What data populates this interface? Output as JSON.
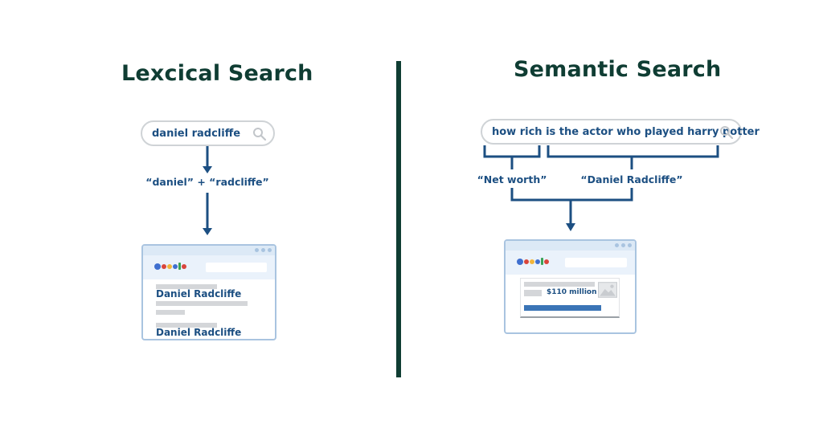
{
  "lexical": {
    "title": "Lexcical Search",
    "query": "daniel radcliffe",
    "tokens_label": "“daniel” + “radcliffe”",
    "results": [
      {
        "title": "Daniel Radcliffe"
      },
      {
        "title": "Daniel Radcliffe"
      }
    ]
  },
  "semantic": {
    "title": "Semantic Search",
    "query": "how rich is the actor who played harry potter",
    "concepts": [
      "“Net worth”",
      "“Daniel Radcliffe”"
    ],
    "answer": "$110 million"
  },
  "colors": {
    "title": "#0f3d33",
    "accent_blue": "#1c4f82",
    "browser_border": "#a9c4e0",
    "bar_fill": "#3a74b6",
    "logo": [
      "#3f6fcf",
      "#d9453b",
      "#f2b53a",
      "#3f6fcf",
      "#3aa357",
      "#d9453b"
    ]
  },
  "icons": [
    "magnifier-icon",
    "arrow-down-icon",
    "bracket-connector",
    "browser-window",
    "google-logo-dots",
    "image-placeholder-icon"
  ]
}
